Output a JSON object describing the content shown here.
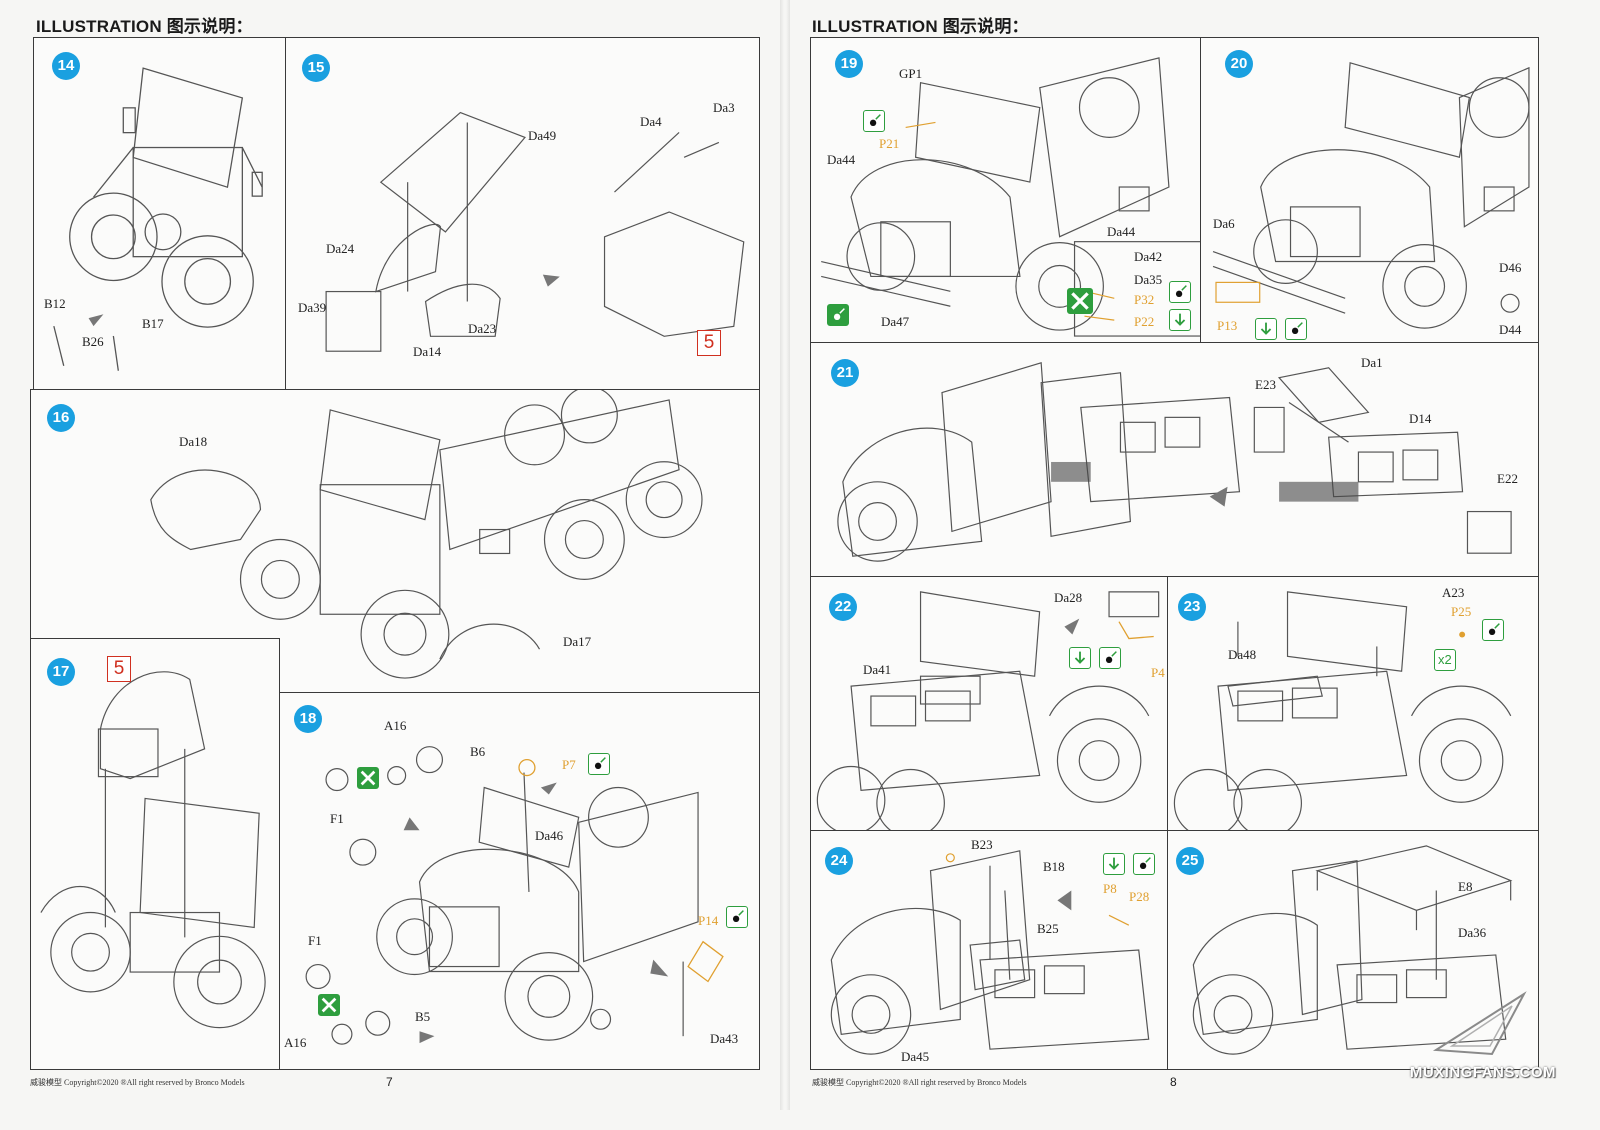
{
  "header": "ILLUSTRATION 图示说明：",
  "pages": {
    "left": {
      "page_number": "7",
      "footer": "威骏模型 Copyright©2020 ®All right reserved by Bronco Models",
      "steps": [
        {
          "number": "14",
          "labels": [
            "B12",
            "B17",
            "B26"
          ]
        },
        {
          "number": "15",
          "labels": [
            "Da49",
            "Da24",
            "Da39",
            "Da14",
            "Da23",
            "Da4",
            "Da3"
          ],
          "ref": "5"
        },
        {
          "number": "16",
          "labels": [
            "Da18",
            "Da17"
          ]
        },
        {
          "number": "17",
          "labels": [],
          "ref": "5"
        },
        {
          "number": "18",
          "labels": [
            "A16",
            "B6",
            "F1",
            "P7",
            "Da46",
            "F1",
            "A16",
            "B5",
            "P14",
            "Da43"
          ]
        }
      ]
    },
    "right": {
      "page_number": "8",
      "footer": "威骏模型 Copyright©2020 ®All right reserved by Bronco Models",
      "steps": [
        {
          "number": "19",
          "labels": [
            "GP1",
            "P21",
            "Da44",
            "Da44",
            "Da42",
            "Da35",
            "P32",
            "P22",
            "Da47"
          ]
        },
        {
          "number": "20",
          "labels": [
            "Da6",
            "D46",
            "P13",
            "D44"
          ]
        },
        {
          "number": "21",
          "labels": [
            "Da1",
            "E23",
            "D14",
            "E22"
          ]
        },
        {
          "number": "22",
          "labels": [
            "Da28",
            "Da41",
            "P4"
          ]
        },
        {
          "number": "23",
          "labels": [
            "A23",
            "P25",
            "Da48"
          ],
          "multiplier": "x2"
        },
        {
          "number": "24",
          "labels": [
            "B23",
            "B18",
            "P8",
            "P28",
            "B25",
            "Da45"
          ]
        },
        {
          "number": "25",
          "labels": [
            "E8",
            "Da36"
          ]
        }
      ]
    }
  },
  "watermark": "MUXINGFANS.COM",
  "colors": {
    "step_badge": "#1aa0e0",
    "green_icon": "#2e9e3e",
    "pe_label": "#e0a030",
    "ref_box": "#d03020"
  }
}
